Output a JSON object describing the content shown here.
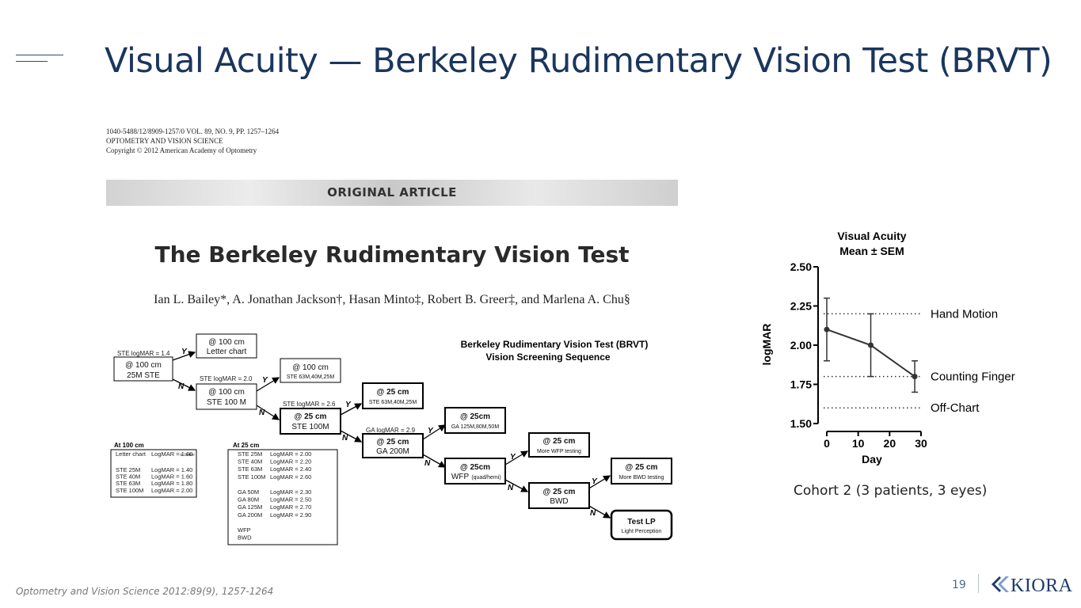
{
  "slide": {
    "title": "Visual Acuity — Berkeley Rudimentary Vision Test (BRVT)",
    "citation_lines": [
      "1040-5488/12/8909-1257/0  VOL. 89, NO. 9, PP. 1257–1264",
      "OPTOMETRY AND VISION SCIENCE",
      "Copyright © 2012 American Academy of Optometry"
    ],
    "banner": "ORIGINAL ARTICLE",
    "paper_title": "The Berkeley Rudimentary Vision Test",
    "authors": "Ian L. Bailey*, A. Jonathan Jackson†, Hasan Minto‡, Robert B. Greer‡, and Marlena A. Chu§",
    "cohort": "Cohort 2 (3 patients, 3 eyes)",
    "footer": "Optometry and Vision Science 2012:89(9), 1257-1264",
    "page_number": "19",
    "logo_text": "KIORA",
    "colors": {
      "title": "#1b365d",
      "logo": "#1f3a68"
    }
  },
  "flowchart": {
    "title_line1": "Berkeley Rudimentary Vision Test (BRVT)",
    "title_line2": "Vision Screening Sequence",
    "boxes": [
      {
        "id": "b100-25m",
        "l1": "@ 100 cm",
        "l2": "25M STE"
      },
      {
        "id": "b100-letter",
        "l1": "@ 100 cm",
        "l2": "Letter chart"
      },
      {
        "id": "b100-100m",
        "l1": "@ 100 cm",
        "l2": "STE 100 M"
      },
      {
        "id": "b100-ste63",
        "l1": "@ 100 cm",
        "l2": "STE 63M,40M,25M"
      },
      {
        "id": "b25-100m",
        "l1": "@ 25 cm",
        "l2": "STE 100M"
      },
      {
        "id": "b25-ste63",
        "l1": "@ 25 cm",
        "l2": "STE 63M,40M,25M"
      },
      {
        "id": "b25-ga200",
        "l1": "@ 25 cm",
        "l2": "GA 200M"
      },
      {
        "id": "b25-ga125",
        "l1": "@ 25cm",
        "l2": "GA 125M,80M,50M"
      },
      {
        "id": "b25-wfp",
        "l1": "@ 25cm",
        "l2": "WFP",
        "l2b": "(quad/hemi)"
      },
      {
        "id": "b25-morewfp",
        "l1": "@ 25 cm",
        "l2": "More WFP testing"
      },
      {
        "id": "b25-bwd",
        "l1": "@ 25 cm",
        "l2": "BWD"
      },
      {
        "id": "b25-morebwd",
        "l1": "@ 25 cm",
        "l2": "More BWD testing"
      },
      {
        "id": "blp",
        "l1": "Test LP",
        "l2": "Light Perception"
      }
    ],
    "thresholds": [
      "STE logMAR = 1.4",
      "STE logMAR = 2.0",
      "STE logMAR = 2.6",
      "GA logMAR = 2.9"
    ],
    "yes": "Y",
    "no": "N",
    "table_100": {
      "heading": "At 100 cm",
      "letter": "Letter chart",
      "letter_val": "LogMAR = 1.60",
      "letter_suffix": "or better",
      "rows": [
        [
          "STE 25M",
          "LogMAR = 1.40"
        ],
        [
          "STE 40M",
          "LogMAR = 1.60"
        ],
        [
          "STE 63M",
          "LogMAR = 1.80"
        ],
        [
          "STE 100M",
          "LogMAR = 2.00"
        ]
      ]
    },
    "table_25": {
      "heading": "At 25 cm",
      "rows": [
        [
          "STE 25M",
          "LogMAR = 2.00"
        ],
        [
          "STE 40M",
          "LogMAR = 2.20"
        ],
        [
          "STE 63M",
          "LogMAR = 2.40"
        ],
        [
          "STE 100M",
          "LogMAR = 2.60"
        ],
        [
          "",
          ""
        ],
        [
          "GA 50M",
          "LogMAR = 2.30"
        ],
        [
          "GA 80M",
          "LogMAR = 2.50"
        ],
        [
          "GA 125M",
          "LogMAR = 2.70"
        ],
        [
          "GA 200M",
          "LogMAR = 2.90"
        ],
        [
          "",
          ""
        ],
        [
          "WFP",
          ""
        ],
        [
          "BWD",
          ""
        ]
      ]
    }
  },
  "chart_data": {
    "type": "line",
    "title_line1": "Visual Acuity",
    "title_line2": "Mean ± SEM",
    "xlabel": "Day",
    "ylabel": "logMAR",
    "xlim": [
      0,
      30
    ],
    "ylim": [
      1.5,
      2.5
    ],
    "xticks": [
      0,
      10,
      20,
      30
    ],
    "yticks": [
      1.5,
      1.75,
      2.0,
      2.25,
      2.5
    ],
    "series": [
      {
        "x": [
          0,
          14,
          28
        ],
        "y": [
          2.1,
          2.0,
          1.8
        ],
        "sem": [
          0.2,
          0.2,
          0.1
        ]
      }
    ],
    "reference_lines": [
      {
        "y": 2.2,
        "label": "Hand Motion"
      },
      {
        "y": 1.8,
        "label": "Counting Finger"
      },
      {
        "y": 1.6,
        "label": "Off-Chart"
      }
    ],
    "grid": false
  }
}
